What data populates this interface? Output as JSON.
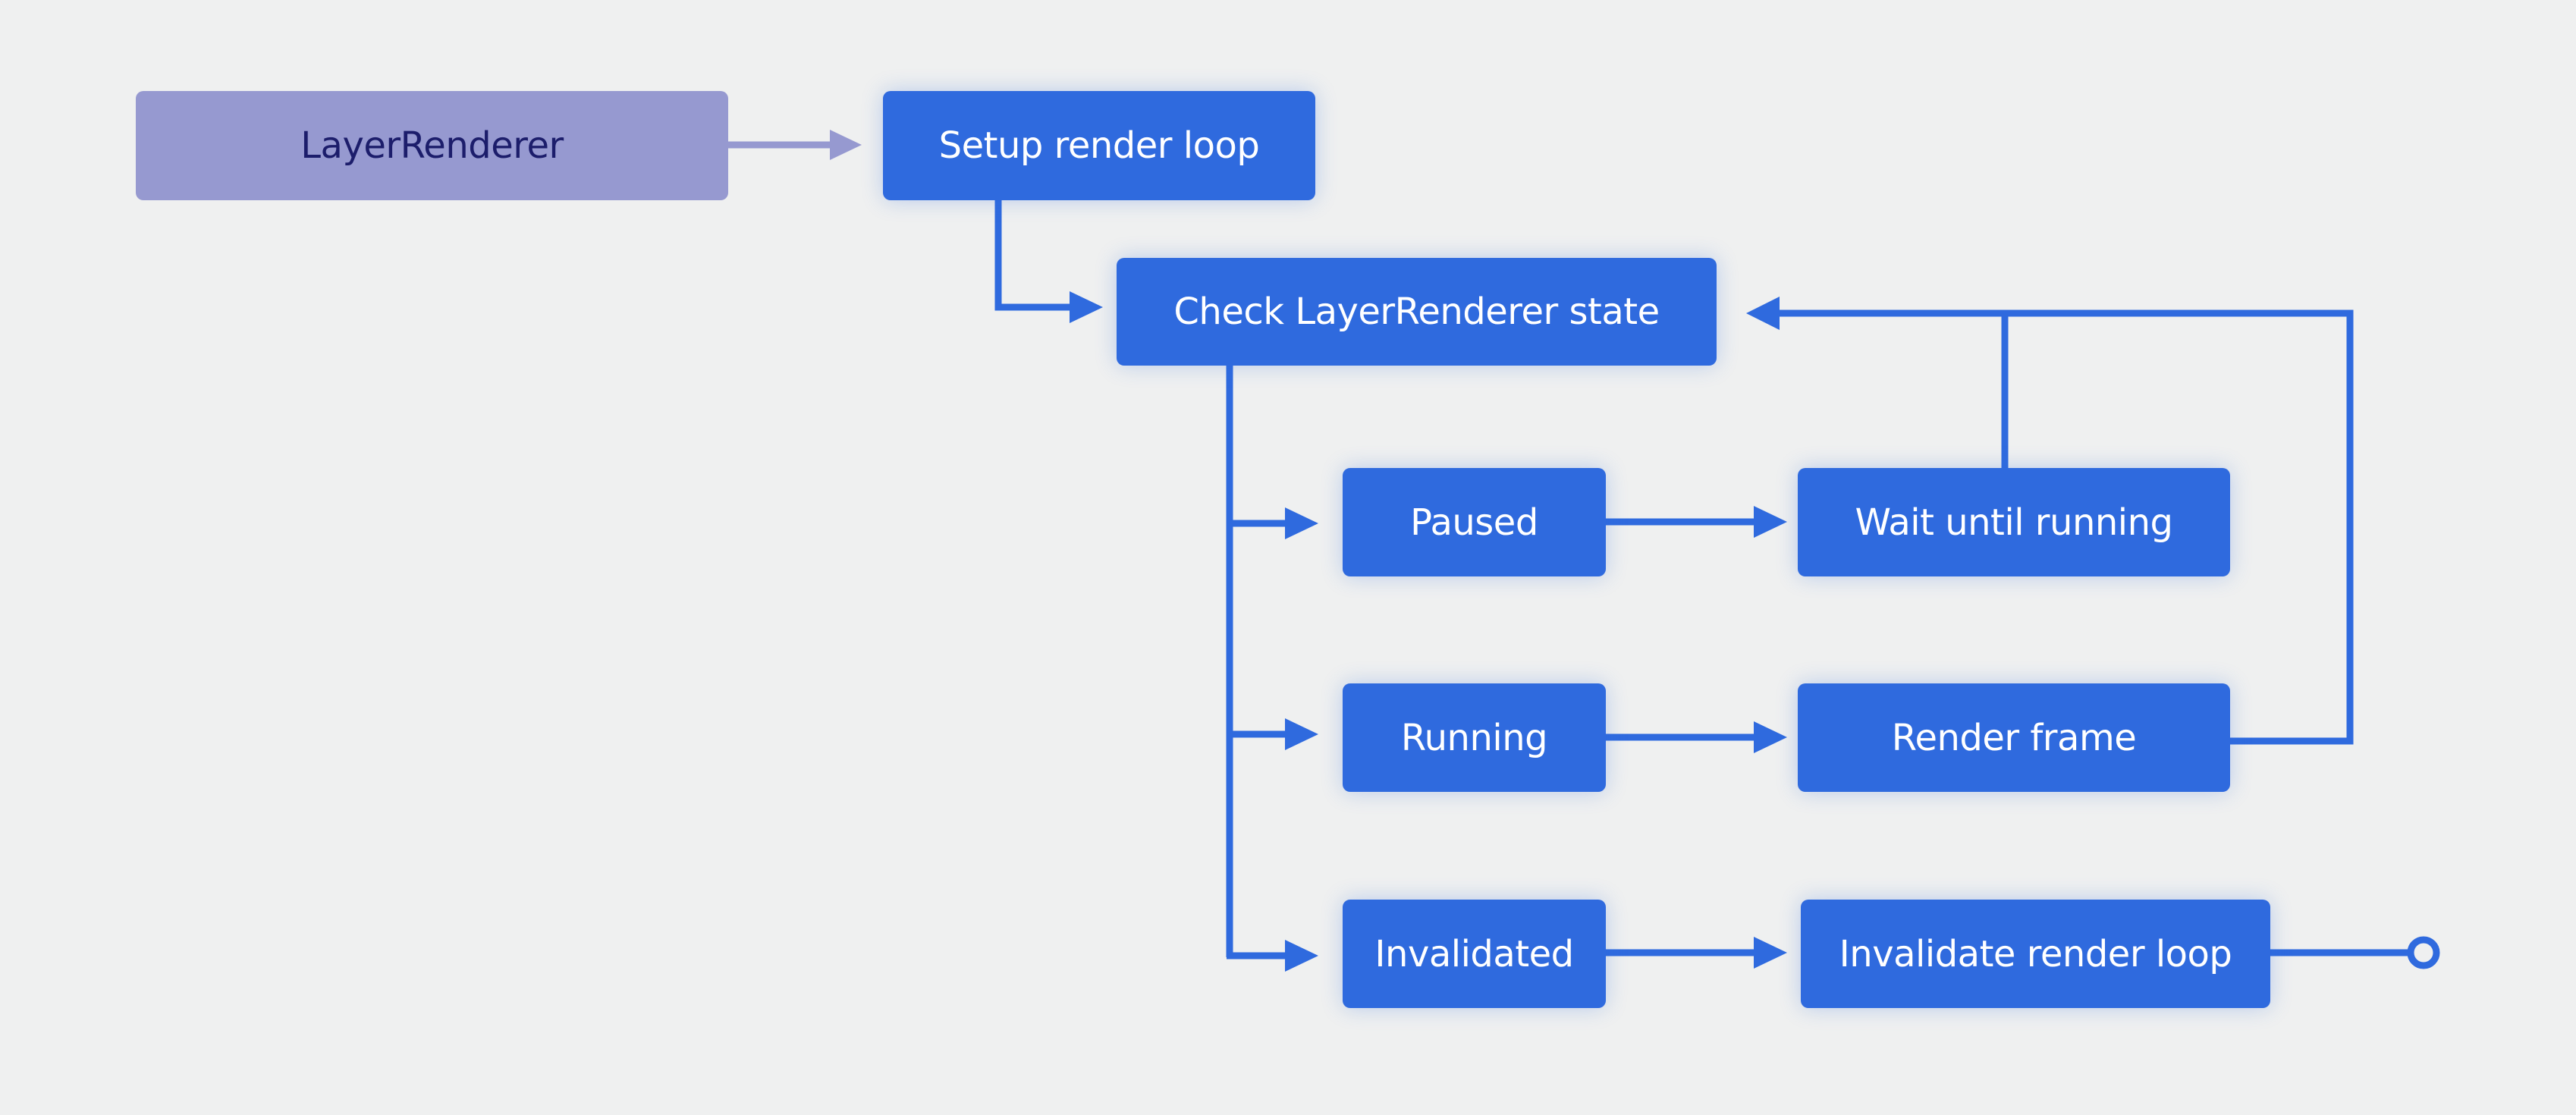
{
  "diagram": {
    "nodes": {
      "layer_renderer": "LayerRenderer",
      "setup_render_loop": "Setup render loop",
      "check_state": "Check LayerRenderer state",
      "paused": "Paused",
      "wait_until_running": "Wait until running",
      "running": "Running",
      "render_frame": "Render frame",
      "invalidated": "Invalidated",
      "invalidate_render_loop": "Invalidate render loop"
    },
    "edges": [
      {
        "from": "LayerRenderer",
        "to": "Setup render loop"
      },
      {
        "from": "Setup render loop",
        "to": "Check LayerRenderer state"
      },
      {
        "from": "Check LayerRenderer state",
        "to": "Paused"
      },
      {
        "from": "Check LayerRenderer state",
        "to": "Running"
      },
      {
        "from": "Check LayerRenderer state",
        "to": "Invalidated"
      },
      {
        "from": "Paused",
        "to": "Wait until running"
      },
      {
        "from": "Running",
        "to": "Render frame"
      },
      {
        "from": "Invalidated",
        "to": "Invalidate render loop"
      },
      {
        "from": "Wait until running",
        "to": "Check LayerRenderer state"
      },
      {
        "from": "Render frame",
        "to": "Check LayerRenderer state"
      },
      {
        "from": "Invalidate render loop",
        "to": "end"
      }
    ],
    "colors": {
      "background": "#eff0f0",
      "primary_node": "#2f6ade",
      "source_node": "#9699d0",
      "source_text": "#1c1d6b",
      "connector": "#2f6ade",
      "source_connector": "#9699d0"
    }
  }
}
